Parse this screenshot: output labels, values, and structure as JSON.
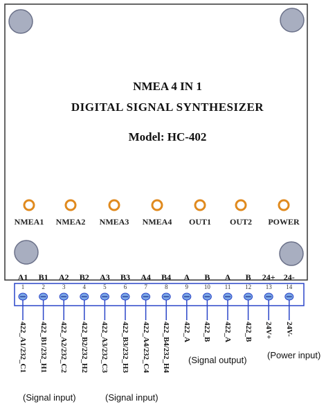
{
  "title_line1": "NMEA 4 IN 1",
  "title_line2": "DIGITAL SIGNAL SYNTHESIZER",
  "model": "Model: HC-402",
  "leds": [
    "NMEA1",
    "NMEA2",
    "NMEA3",
    "NMEA4",
    "OUT1",
    "OUT2",
    "POWER"
  ],
  "terminals": [
    {
      "label": "A1",
      "num": "1",
      "wire": "422_A1/232_C1"
    },
    {
      "label": "B1",
      "num": "2",
      "wire": "422_B1/232_H1"
    },
    {
      "label": "A2",
      "num": "3",
      "wire": "422_A2/232_C2"
    },
    {
      "label": "B2",
      "num": "4",
      "wire": "422_B2/232_H2"
    },
    {
      "label": "A3",
      "num": "5",
      "wire": "422_A3/232_C3"
    },
    {
      "label": "B3",
      "num": "6",
      "wire": "422_B3/232_H3"
    },
    {
      "label": "A4",
      "num": "7",
      "wire": "422_A4/232_C4"
    },
    {
      "label": "B4",
      "num": "8",
      "wire": "422_B4/232_H4"
    },
    {
      "label": "A",
      "num": "9",
      "wire": "422_A"
    },
    {
      "label": "B",
      "num": "10",
      "wire": "422_B"
    },
    {
      "label": "A",
      "num": "11",
      "wire": "422_A"
    },
    {
      "label": "B",
      "num": "12",
      "wire": "422_B"
    },
    {
      "label": "24+",
      "num": "13",
      "wire": "24V+"
    },
    {
      "label": "24-",
      "num": "14",
      "wire": "24V-"
    }
  ],
  "notes": {
    "signal_input_1": "(Signal input)",
    "signal_input_2": "(Signal input)",
    "signal_output": "(Signal output)",
    "power_input": "(Power input)"
  },
  "colors": {
    "board_border": "#333333",
    "mount_hole": "#a8aec0",
    "led_ring": "#e08a1e",
    "terminal_strip": "#2a45c8",
    "terminal_screw": "#7aa6e6",
    "wire": "#2a45c8"
  }
}
